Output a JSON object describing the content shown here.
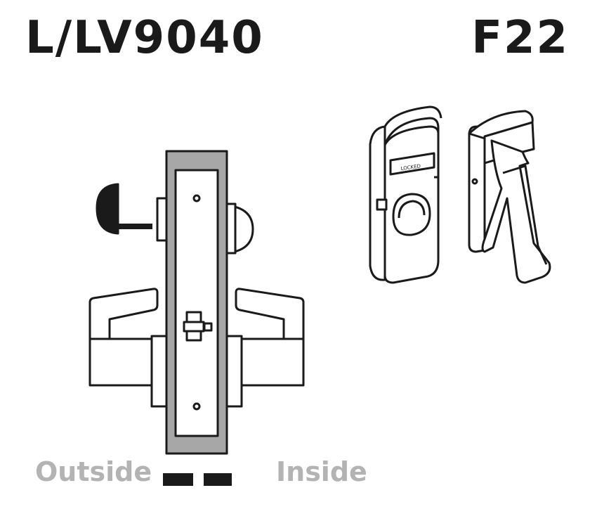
{
  "header": {
    "model_number": "L/LV9040",
    "function_code": "F22"
  },
  "labels": {
    "outside": "Outside",
    "inside": "Inside"
  },
  "trim_plate": {
    "indicator_text": "LOCKED"
  },
  "colors": {
    "ink": "#1a1a1a",
    "case_gray": "#a7a7a7",
    "label_gray": "#b3b3b3"
  }
}
